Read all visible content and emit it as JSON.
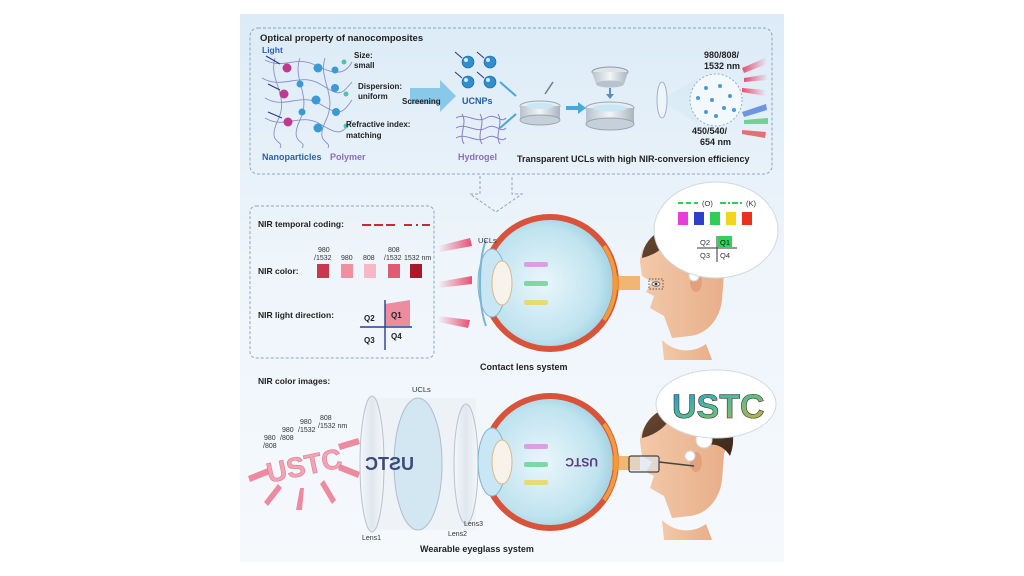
{
  "top": {
    "title": "Optical property of nanocomposites",
    "light": "Light",
    "size_label": "Size:",
    "size_value": "small",
    "dispersion_label": "Dispersion:",
    "dispersion_value": "uniform",
    "refr_label": "Refractive index:",
    "refr_value": "matching",
    "nanoparticles": "Nanoparticles",
    "polymer": "Polymer",
    "screening": "Screening",
    "ucnps": "UCNPs",
    "hydrogel": "Hydrogel",
    "nir_in_1": "980/808/",
    "nir_in_2": "1532 nm",
    "vis_out_1": "450/540/",
    "vis_out_2": "654 nm",
    "caption": "Transparent UCLs with high NIR-conversion efficiency"
  },
  "middle": {
    "temporal_label": "NIR temporal coding:",
    "color_label": "NIR color:",
    "direction_label": "NIR light direction:",
    "swatches": [
      {
        "l1": "980",
        "l2": "/1532",
        "color": "#c9384f"
      },
      {
        "l1": "",
        "l2": "980",
        "color": "#ef8f9f"
      },
      {
        "l1": "",
        "l2": "808",
        "color": "#f6b8c4"
      },
      {
        "l1": "808",
        "l2": "/1532",
        "color": "#e05a72"
      },
      {
        "l1": "",
        "l2": "1532 nm",
        "color": "#a8192c"
      }
    ],
    "q1": "Q1",
    "q2": "Q2",
    "q3": "Q3",
    "q4": "Q4",
    "ucls": "UCLs",
    "caption": "Contact lens system",
    "bubble_o": "(O)",
    "bubble_k": "(K)",
    "bubble_colors": [
      "#e63fd8",
      "#2f3fc8",
      "#33cc55",
      "#f2d51c",
      "#e8321e"
    ]
  },
  "bottom": {
    "label": "NIR color images:",
    "ucls": "UCLs",
    "word": "USTC",
    "mirrored": "USTC",
    "l_980_808": [
      "980",
      "/808"
    ],
    "l_980_808b": [
      "980",
      "/808"
    ],
    "l_980_1532": [
      "980",
      "/1532"
    ],
    "l_808_1532": [
      "808",
      "/1532 nm"
    ],
    "lens1": "Lens1",
    "lens2": "Lens2",
    "lens3": "Lens3",
    "caption": "Wearable eyeglass system",
    "bubble_word": "USTC"
  }
}
